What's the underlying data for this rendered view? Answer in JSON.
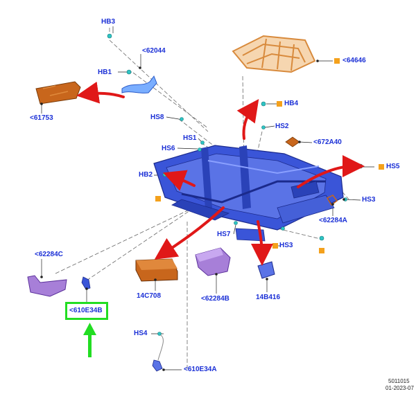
{
  "diagram": {
    "labels": {
      "hb3": "HB3",
      "p62044": "<62044",
      "hb1": "HB1",
      "p61753": "<61753",
      "p64646": "<64646",
      "hb4": "HB4",
      "hs8": "HS8",
      "hs2": "HS2",
      "hs1": "HS1",
      "p672a40": "<672A40",
      "hs6": "HS6",
      "hs5": "HS5",
      "hb2": "HB2",
      "hs3_top": "HS3",
      "p62284a": "<62284A",
      "hs7": "HS7",
      "hs3_bottom": "HS3",
      "p62284c": "<62284C",
      "p14c708": "14C708",
      "p62284b": "<62284B",
      "p14b416": "14B416",
      "p610e34b": "<610E34B",
      "hs4": "HS4",
      "p610e34a": "<610E34A"
    },
    "highlighted_part": "<610E34B",
    "reference_number": "5011015",
    "reference_number_2": "01-2023-07",
    "colors": {
      "label_blue": "#1a2fd6",
      "frame_blue": "#3a55d8",
      "highlight_green": "#22dd22",
      "arrow_red": "#e01818",
      "part_orange": "#c8661c",
      "part_purple": "#a77fd8",
      "marker_orange": "#f4a11c",
      "fastener_cyan": "#2ec4c4"
    }
  }
}
